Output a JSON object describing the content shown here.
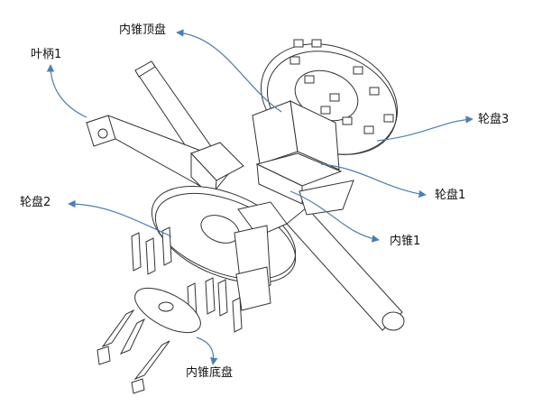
{
  "labels": {
    "inner_cone_top_plate": "内锥顶盘",
    "blade_shank_1": "叶柄1",
    "wheel_disc_3": "轮盘3",
    "wheel_disc_2": "轮盘2",
    "wheel_disc_1": "轮盘1",
    "inner_cone_1": "内锥1",
    "inner_cone_bottom_plate": "内锥底盘"
  },
  "colors": {
    "line": "#333333",
    "arrow": "#4a7fb5",
    "background": "#ffffff"
  }
}
